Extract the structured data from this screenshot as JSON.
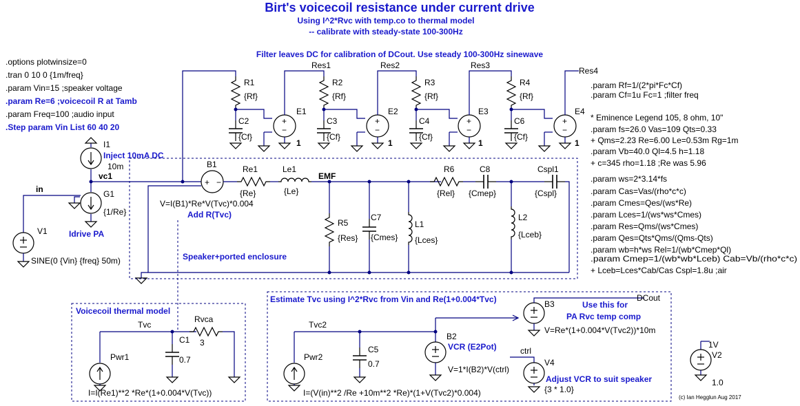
{
  "title": "Birt's voicecoil resistance under current drive",
  "subtitle1": "Using I^2*Rvc with temp.co to thermal model",
  "subtitle2": "-- calibrate with steady-state 100-300Hz",
  "filter_note": "Filter leaves DC for calibration of DCout. Use steady 100-300Hz sinewave",
  "directives_left": [
    ".options plotwinsize=0",
    ".tran 0 10 0 {1m/freq}",
    ".param Vin=15 ;speaker voltage",
    ".param Re=6 ;voicecoil R at Tamb",
    ".param Freq=100 ;audio input",
    ".Step param Vin List 60 40 20"
  ],
  "directives_right_top": [
    ".param Rf=1/(2*pi*Fc*Cf)",
    ".param Cf=1u  Fc=1 ;filter freq"
  ],
  "directives_right": [
    "* Eminence Legend 105, 8 ohm, 10\"",
    ".param fs=26.0 Vas=109 Qts=0.33",
    "+ Qms=2.23 Re=6.00 Le=0.53m Rg=1m",
    ".param Vb=40.0 Ql=4.5 h=1.18",
    "+ c=345 rho=1.18 ;Re was 5.96",
    ".param ws=2*3.14*fs",
    ".param Cas=Vas/(rho*c*c)",
    ".param Cmes=Qes/(ws*Re)",
    ".param Lces=1/(ws*ws*Cmes)",
    ".param Res=Qms/(ws*Cmes)",
    ".param Qes=Qts*Qms/(Qms-Qts)",
    ".param wb=h*ws Rel=1/(wb*Cmep*Ql)",
    ".param Cmep=1/(wb*wb*Lceb) Cab=Vb/(rho*c*c)",
    "+ Lceb=Lces*Cab/Cas  Cspl=1.8u ;air"
  ],
  "filter": {
    "nets": [
      "Res1",
      "Res2",
      "Res3",
      "Res4"
    ],
    "resistors": [
      "R1",
      "R2",
      "R3",
      "R4"
    ],
    "r_value": "{Rf}",
    "caps": [
      "C2",
      "C3",
      "C4",
      "C6"
    ],
    "c_value": "{Cf}",
    "buffers": [
      "E1",
      "E2",
      "E3",
      "E4"
    ],
    "gain": "1"
  },
  "current_source": {
    "name": "I1",
    "note": "Inject 10mA DC",
    "value": "10m"
  },
  "net_vc1": "vc1",
  "net_in": "in",
  "g1": {
    "name": "G1",
    "value": "{1/Re}",
    "note": "Idrive PA"
  },
  "v1": {
    "name": "V1",
    "value": "SINE(0 {Vin} {freq} 50m)"
  },
  "b1": {
    "name": "B1",
    "expr": "V=I(B1)*Re*V(Tvc)*0.004",
    "note": "Add R(Tvc)"
  },
  "speaker": {
    "re1": "Re1",
    "re1_val": "{Re}",
    "le1": "Le1",
    "le1_val": "{Le}",
    "emf": "EMF",
    "r6": "R6",
    "r6_val": "{Rel}",
    "c8": "C8",
    "c8_val": "{Cmep}",
    "cspl": "Cspl1",
    "cspl_val": "{Cspl}",
    "r5": "R5",
    "r5_val": "{Res}",
    "c7": "C7",
    "c7_val": "{Cmes}",
    "l1": "L1",
    "l1_val": "{Lces}",
    "l2": "L2",
    "l2_val": "{Lceb}",
    "label": "Speaker+ported enclosure"
  },
  "thermal": {
    "label": "Voicecoil thermal model",
    "net": "Tvc",
    "src": "Pwr1",
    "cap": "C1",
    "cap_val": "0.7",
    "res": "Rvca",
    "res_val": "3",
    "expr": "I=I(Re1)**2 *Re*(1+0.004*V(Tvc))"
  },
  "estimate": {
    "label": "Estimate Tvc using I^2*Rvc from Vin and Re(1+0.004*Tvc)",
    "net": "Tvc2",
    "src": "Pwr2",
    "cap": "C5",
    "cap_val": "0.7",
    "expr": "I=(V(in)**2 /Re +10m**2 *Re)*(1+V(Tvc2)*0.004)",
    "b2": "B2",
    "b2_note": "VCR (E2Pot)",
    "b2_expr": "V=1*I(B2)*V(ctrl)",
    "ctrl": "ctrl",
    "v4": "V4",
    "v4_note": "Adjust VCR to suit speaker",
    "v4_val": "{3 * 1.0}",
    "b3": "B3",
    "b3_note1": "Use this for",
    "b3_note2": "PA Rvc temp comp",
    "b3_expr": "V=Re*(1+0.004*V(Tvc2))*10m",
    "dcout": "DCout"
  },
  "v2": {
    "label": "1V",
    "name": "V2",
    "value": "1.0"
  },
  "credit": "(c) Ian Hegglun Aug 2017"
}
